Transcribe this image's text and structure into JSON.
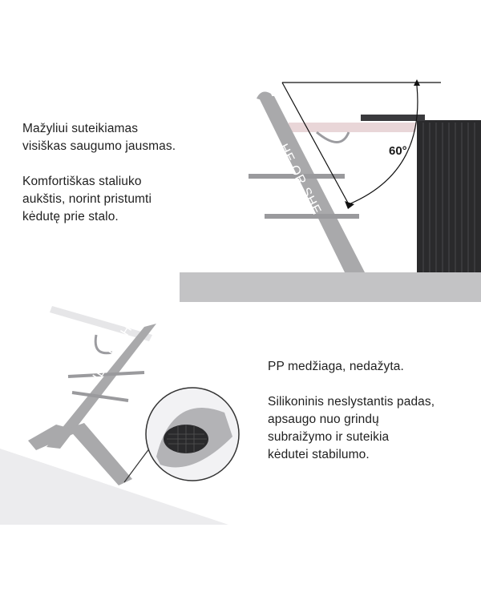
{
  "top_section": {
    "paragraph_1_lines": [
      "Mažyliui suteikiamas",
      "visiškas saugumo jausmas."
    ],
    "paragraph_2_lines": [
      "Komfortiškas staliuko",
      "aukštis, norint pristumti",
      "kėdutę prie stalo."
    ],
    "angle_label": "60°",
    "brand_text": "HE OR SHE"
  },
  "bottom_section": {
    "paragraph_1_lines": [
      "PP medžiaga, nedažyta."
    ],
    "paragraph_2_lines": [
      "Silikoninis neslystantis padas,",
      "apsaugo nuo grindų",
      "subraižymo ir suteikia",
      "kėdutei stabilumo."
    ],
    "brand_text": "HE OR SHE"
  },
  "colors": {
    "chair_gray": "#a9a9ab",
    "chair_dark": "#8d8d90",
    "floor_gray": "#c3c3c5",
    "table_black": "#2a2a2c",
    "tray_pink": "#e9d6d8"
  }
}
